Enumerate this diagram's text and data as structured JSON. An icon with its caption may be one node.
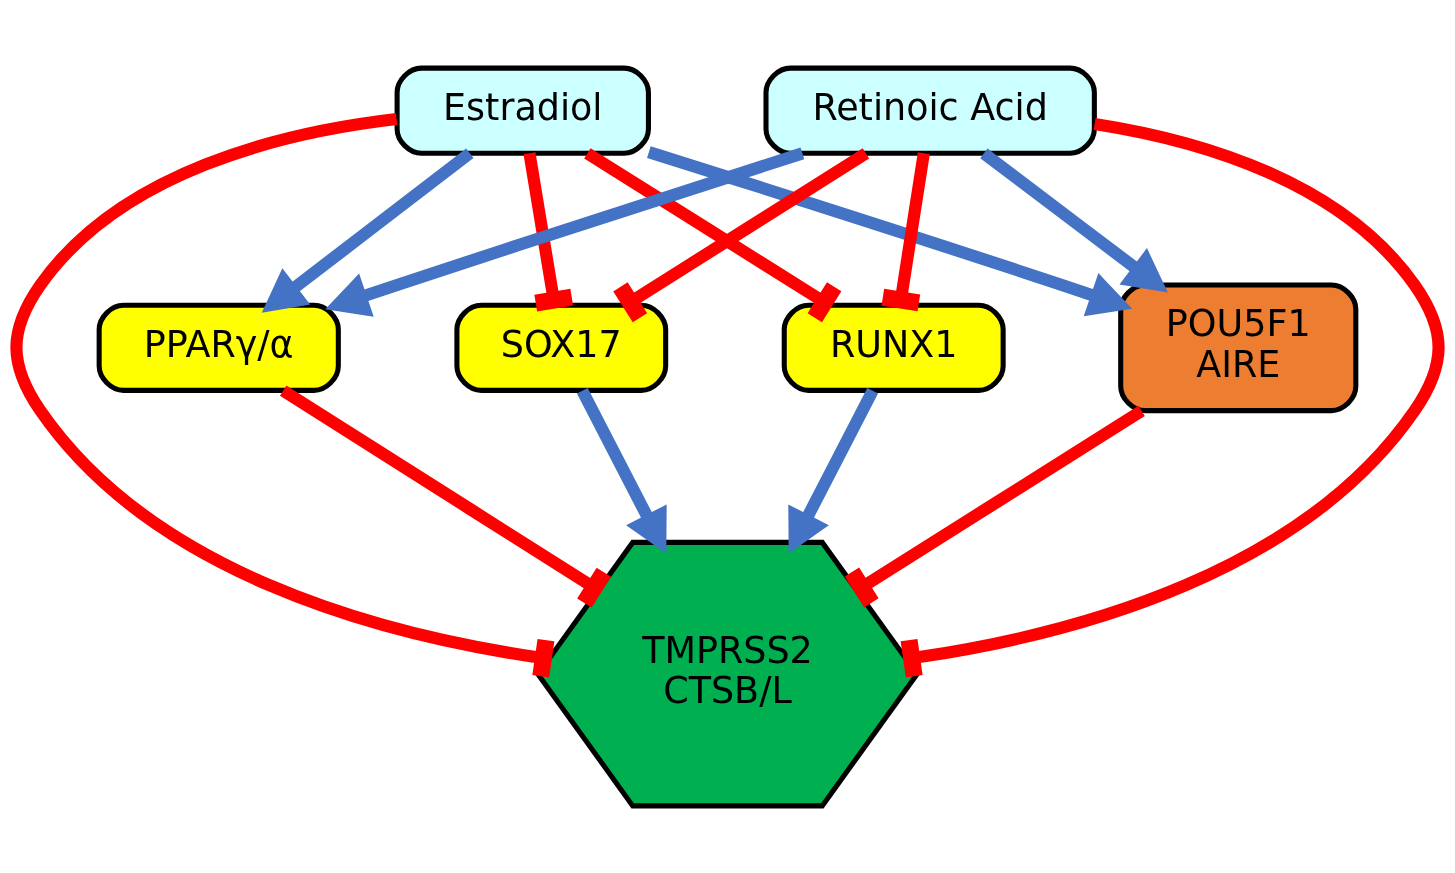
{
  "diagram": {
    "nodes": [
      {
        "text": [
          "Estradiol"
        ]
      },
      {
        "text": [
          "Retinoic Acid"
        ]
      },
      {
        "text": [
          "PPARγ/α"
        ]
      },
      {
        "text": [
          "SOX17"
        ]
      },
      {
        "text": [
          "RUNX1"
        ]
      },
      {
        "text": [
          "TMPRSS2",
          "CTSB/L"
        ]
      },
      {
        "text": [
          "POU5F1",
          "AIRE"
        ]
      }
    ],
    "edges": [
      {
        "from": 0,
        "to": 2,
        "arrow": "to",
        "color": "#4472c4"
      },
      {
        "from": 0,
        "to": 3,
        "arrow": "other"
      },
      {
        "from": 0,
        "to": 4,
        "arrow": "other"
      },
      {
        "from": 0,
        "to": 5,
        "arrow": "other"
      },
      {
        "from": 0,
        "to": 6,
        "arrow": "to",
        "color": "#4472c4"
      },
      {
        "from": 1,
        "to": 2,
        "arrow": "to",
        "color": "#4472c4"
      },
      {
        "from": 1,
        "to": 3,
        "arrow": "other"
      },
      {
        "from": 1,
        "to": 4,
        "arrow": "other"
      },
      {
        "from": 1,
        "to": 5,
        "arrow": "other"
      },
      {
        "from": 1,
        "to": 6,
        "arrow": "to",
        "color": "#4472c4"
      },
      {
        "from": 2,
        "to": 5,
        "arrow": "other"
      },
      {
        "from": 3,
        "to": 5,
        "arrow": "to",
        "color": "#4472c4"
      },
      {
        "from": 4,
        "to": 5,
        "arrow": "to",
        "color": "#4472c4"
      },
      {
        "from": 6,
        "to": 5,
        "arrow": "other"
      }
    ]
  }
}
